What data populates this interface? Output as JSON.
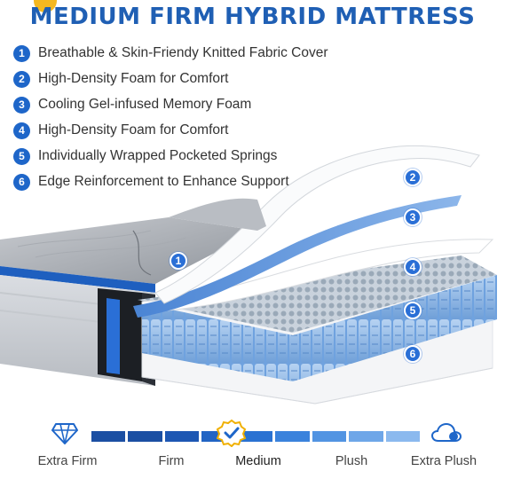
{
  "title": "MEDIUM FIRM HYBRID MATTRESS",
  "features": [
    {
      "num": "1",
      "text": "Breathable & Skin-Friendy Knitted Fabric Cover"
    },
    {
      "num": "2",
      "text": "High-Density Foam for Comfort"
    },
    {
      "num": "3",
      "text": "Cooling Gel-infused Memory Foam"
    },
    {
      "num": "4",
      "text": "High-Density Foam for Comfort"
    },
    {
      "num": "5",
      "text": "Individually Wrapped Pocketed Springs"
    },
    {
      "num": "6",
      "text": "Edge Reinforcement to Enhance Support"
    }
  ],
  "callouts": [
    "1",
    "2",
    "3",
    "4",
    "5",
    "6"
  ],
  "firmness": {
    "labels": [
      "Extra Firm",
      "Firm",
      "Medium",
      "Plush",
      "Extra Plush"
    ],
    "selected": "Medium",
    "icons": {
      "left": "diamond-icon",
      "selected": "checkmark-icon",
      "right": "cloud-icon"
    },
    "colors": [
      "#1b4fa3",
      "#1b4fa3",
      "#1d57b3",
      "#2164c4",
      "#2a72d2",
      "#3a82dc",
      "#5294e2",
      "#6ea6e8",
      "#8bb9ee"
    ]
  },
  "colors": {
    "brand": "#1f5fb4",
    "accent": "#f5b820",
    "badge": "#1e66c9",
    "foam_blue": "#5b90d8"
  }
}
